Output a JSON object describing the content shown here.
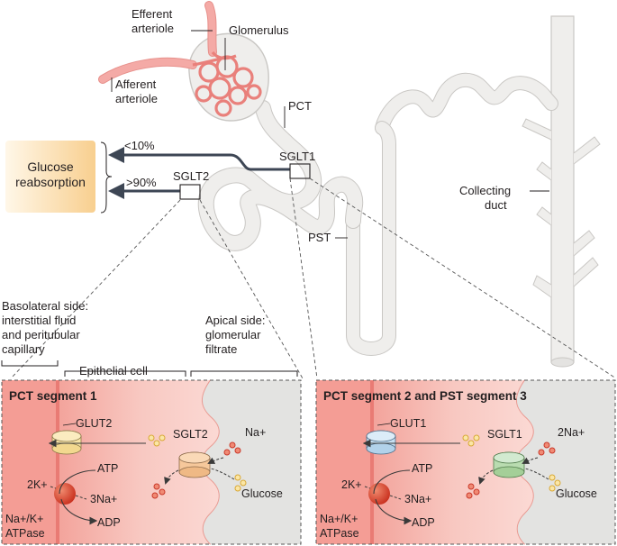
{
  "labels": {
    "efferent_arteriole": [
      "Efferent",
      "arteriole"
    ],
    "afferent_arteriole": [
      "Afferent",
      "arteriole"
    ],
    "glomerulus": "Glomerulus",
    "pct": "PCT",
    "pst": "PST",
    "collecting_duct": [
      "Collecting",
      "duct"
    ],
    "sglt1_top": "SGLT1",
    "sglt2_top": "SGLT2",
    "glucose_reabsorption": [
      "Glucose",
      "reabsorption"
    ],
    "pct_lt10": "<10%",
    "pct_gt90": ">90%",
    "basolateral": [
      "Basolateral side:",
      "interstitial fluid",
      "and peritubular",
      "capillary"
    ],
    "apical": [
      "Apical side:",
      "glomerular",
      "filtrate"
    ],
    "epithelial_cell": "Epithelial cell"
  },
  "panels": [
    {
      "title": "PCT segment 1",
      "glut": "GLUT2",
      "sglt": "SGLT2",
      "sodium": "Na+",
      "atp": "ATP",
      "adp": "ADP",
      "k": "2K+",
      "na3": "3Na+",
      "pump": [
        "Na+/K+",
        "ATPase"
      ],
      "glucose": "Glucose",
      "glut_color": "#f7e3a6",
      "sglt_color": "#f6c89b"
    },
    {
      "title": "PCT segment 2 and PST segment 3",
      "glut": "GLUT1",
      "sglt": "SGLT1",
      "sodium": "2Na+",
      "atp": "ATP",
      "adp": "ADP",
      "k": "2K+",
      "na3": "3Na+",
      "pump": [
        "Na+/K+",
        "ATPase"
      ],
      "glucose": "Glucose",
      "glut_color": "#c7e0f2",
      "sglt_color": "#b9dcb0"
    }
  ],
  "colors": {
    "tubule": "#efeeec",
    "tubule_outline": "#c9c7c4",
    "vessel": "#f3a6a3",
    "reabsorption_box": "#fbd9a6",
    "cell_pink": "#f6b9b3",
    "lumen_grey": "#e3e3e1",
    "pump_red": "#d9432e",
    "sodium_red": "#e0513a",
    "glucose_yellow": "#f3c14c"
  }
}
